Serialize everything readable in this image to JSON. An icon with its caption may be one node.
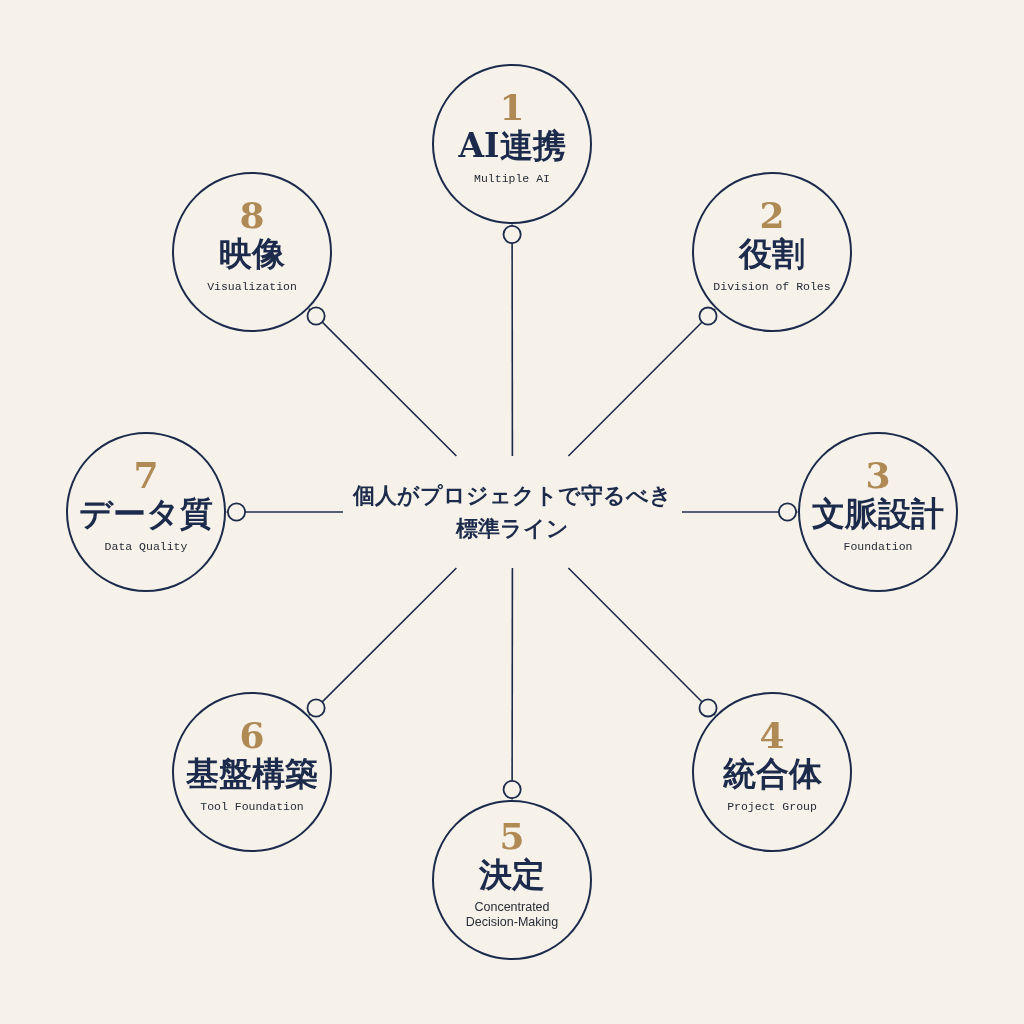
{
  "diagram": {
    "nodes": [
      {
        "text": [
          "個人がプロジェクトで守るべき標準ライン"
        ]
      },
      {
        "text": [
          "1",
          "AI連携",
          "Multiple AI"
        ]
      },
      {
        "text": [
          "2",
          "役割",
          "Division of Roles"
        ]
      },
      {
        "text": [
          "3",
          "文脈設計",
          "Foundation"
        ]
      },
      {
        "text": [
          "4",
          "統合体",
          "Project Group"
        ]
      },
      {
        "text": [
          "5",
          "決定",
          "Concentrated Decision-Making"
        ]
      },
      {
        "text": [
          "6",
          "基盤構築",
          "Tool Foundation"
        ]
      },
      {
        "text": [
          "7",
          "データ質",
          "Data Quality"
        ]
      },
      {
        "text": [
          "8",
          "映像",
          "Visualization"
        ]
      }
    ],
    "edges": [
      {
        "from": 0,
        "to": 1,
        "arrow": "other"
      },
      {
        "from": 0,
        "to": 2,
        "arrow": "other"
      },
      {
        "from": 0,
        "to": 3,
        "arrow": "other"
      },
      {
        "from": 0,
        "to": 4,
        "arrow": "other"
      },
      {
        "from": 0,
        "to": 5,
        "arrow": "other"
      },
      {
        "from": 0,
        "to": 6,
        "arrow": "other"
      },
      {
        "from": 0,
        "to": 7,
        "arrow": "other"
      },
      {
        "from": 0,
        "to": 8,
        "arrow": "other"
      }
    ]
  }
}
